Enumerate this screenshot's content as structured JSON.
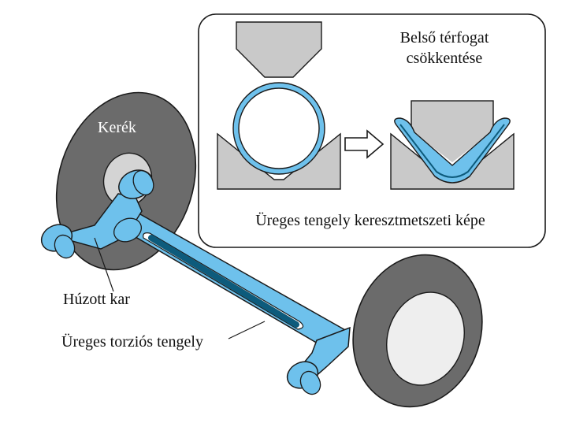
{
  "labels": {
    "wheel": "Kerék",
    "trailing_arm": "Húzott kar",
    "torsion_axle": "Üreges torziós tengely",
    "volume_line1": "Belső térfogat",
    "volume_line2": "csökkentése",
    "cross_section": "Üreges tengely keresztmetszeti képe"
  },
  "colors": {
    "tube_blue": "#6ec1ec",
    "dark_blue": "#0d5b7c",
    "wheel_gray": "#6b6b6b",
    "die_gray": "#c9c9c9",
    "outline": "#1a1a1a"
  }
}
